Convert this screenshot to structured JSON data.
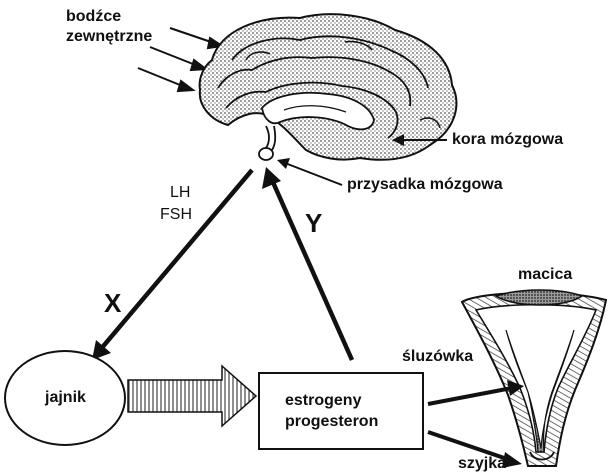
{
  "labels": {
    "stimuli_line1": "bodźce",
    "stimuli_line2": "zewnętrzne",
    "cortex": "kora mózgowa",
    "pituitary": "przysadka mózgowa",
    "lh": "LH",
    "fsh": "FSH",
    "x": "X",
    "y": "Y",
    "ovary": "jajnik",
    "hormones_line1": "estrogeny",
    "hormones_line2": "progesteron",
    "uterus": "macica",
    "mucosa": "śluzówka",
    "cervix": "szyjka"
  },
  "colors": {
    "ink": "#111111",
    "stipple": "#7a7a7a",
    "background": "#ffffff"
  }
}
